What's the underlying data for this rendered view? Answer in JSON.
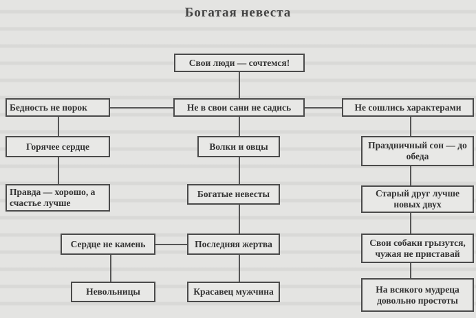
{
  "title": "Богатая невеста",
  "nodes": {
    "root": "Свои люди — сочтемся!",
    "center": "Не в свои сани не садись",
    "left": "Бедность не порок",
    "right": "Не сошлись характерами",
    "l1": "Горячее сердце",
    "l2": "Правда — хорошо, а счастье лучше",
    "c1": "Волки и овцы",
    "c2": "Богатые невесты",
    "c3": "Последняя жертва",
    "c4": "Красавец мужчина",
    "s1": "Сердце не камень",
    "s2": "Невольницы",
    "r1": "Праздничный сон — до обеда",
    "r2": "Старый друг лучше новых двух",
    "r3": "Свои собаки грызутся, чужая не приставай",
    "r4": "На всякого мудреца довольно простоты"
  }
}
